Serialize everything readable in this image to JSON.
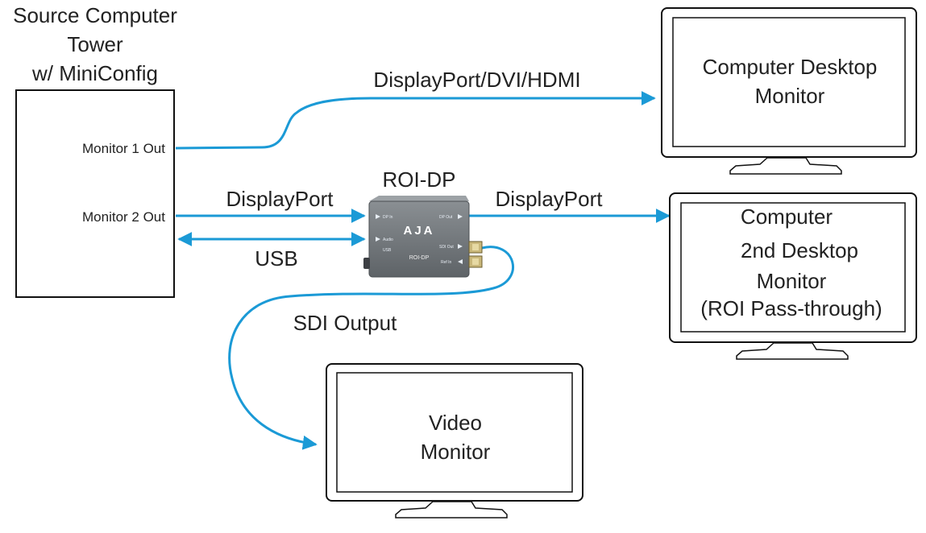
{
  "tower": {
    "title_lines": [
      "Source Computer",
      "Tower",
      "w/ MiniConfig"
    ],
    "port1": "Monitor 1 Out",
    "port2": "Monitor 2 Out"
  },
  "device": {
    "name": "ROI-DP",
    "logo": "AJA",
    "model": "ROI-DP",
    "ports": {
      "dp_in": "DP In",
      "audio": "Audio",
      "usb": "USB",
      "dp_out": "DP Out",
      "sdi_out": "SDI Out",
      "ref_in": "Ref In"
    }
  },
  "connections": {
    "monitor1_link": "DisplayPort/DVI/HDMI",
    "to_device": "DisplayPort",
    "usb": "USB",
    "from_device": "DisplayPort",
    "sdi": "SDI Output"
  },
  "monitors": {
    "desktop": [
      "Computer Desktop",
      "Monitor"
    ],
    "second": [
      "Computer",
      "2nd Desktop",
      "Monitor",
      "(ROI Pass-through)"
    ],
    "video": [
      "Video",
      "Monitor"
    ]
  },
  "colors": {
    "cable": "#1b9ad6",
    "device_body": "#6f7478",
    "outline": "#111111"
  }
}
